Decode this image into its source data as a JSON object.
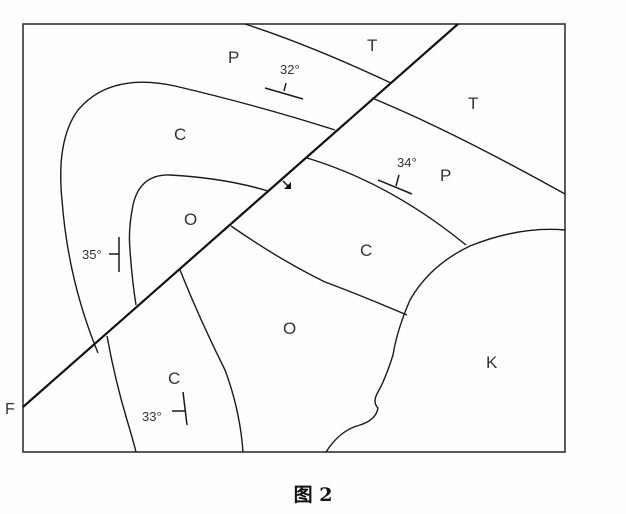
{
  "figure": {
    "caption": "图 2",
    "fault": {
      "name": "F"
    }
  },
  "units": [
    {
      "id": "T-upper",
      "label": "T"
    },
    {
      "id": "P-upper",
      "label": "P"
    },
    {
      "id": "T-right",
      "label": "T"
    },
    {
      "id": "C-left",
      "label": "C"
    },
    {
      "id": "P-right",
      "label": "P"
    },
    {
      "id": "O-left",
      "label": "O"
    },
    {
      "id": "C-center",
      "label": "C"
    },
    {
      "id": "O-center",
      "label": "O"
    },
    {
      "id": "K-right",
      "label": "K"
    },
    {
      "id": "C-lower",
      "label": "C"
    }
  ],
  "dips": [
    {
      "id": "dip-P-upper",
      "value": "32°"
    },
    {
      "id": "dip-P-right",
      "value": "34°"
    },
    {
      "id": "dip-C-left",
      "value": "35°"
    },
    {
      "id": "dip-C-lower",
      "value": "33°"
    }
  ],
  "colors": {
    "line": "#1a1a1a",
    "background": "#fefefe"
  }
}
